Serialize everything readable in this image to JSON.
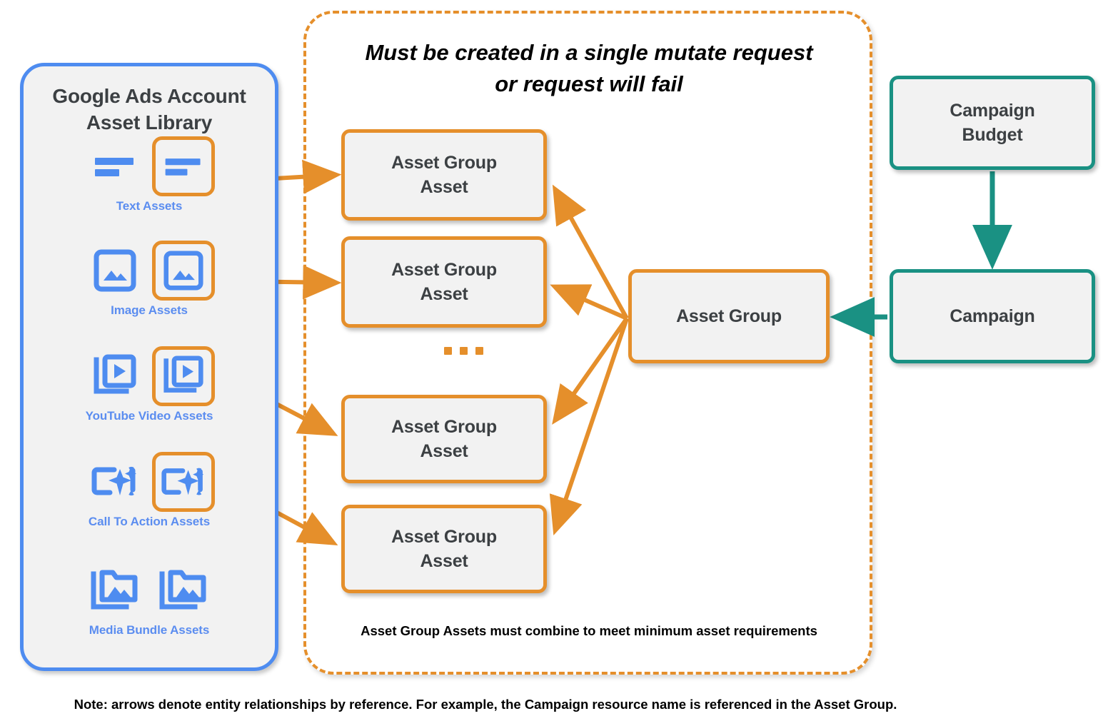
{
  "library": {
    "title": "Google Ads Account\nAsset Library",
    "title_line1": "Google Ads Account",
    "title_line2": "Asset Library",
    "items": [
      {
        "caption": "Text Assets",
        "icon": "text-asset-icon"
      },
      {
        "caption": "Image Assets",
        "icon": "image-asset-icon"
      },
      {
        "caption": "YouTube Video  Assets",
        "icon": "youtube-video-asset-icon"
      },
      {
        "caption": "Call To Action Assets",
        "icon": "call-to-action-asset-icon"
      },
      {
        "caption": "Media Bundle  Assets",
        "icon": "media-bundle-asset-icon"
      }
    ]
  },
  "mutate_zone": {
    "heading_line1": "Must be created in a single mutate request",
    "heading_line2": "or request will fail",
    "footnote": "Asset Group Assets must combine to meet minimum asset requirements",
    "asset_group_assets": [
      {
        "label_line1": "Asset Group",
        "label_line2": "Asset"
      },
      {
        "label_line1": "Asset Group",
        "label_line2": "Asset"
      },
      {
        "label_line1": "Asset Group",
        "label_line2": "Asset"
      },
      {
        "label_line1": "Asset Group",
        "label_line2": "Asset"
      }
    ],
    "ellipsis": "..."
  },
  "nodes": {
    "asset_group": "Asset Group",
    "campaign_budget_line1": "Campaign",
    "campaign_budget_line2": "Budget",
    "campaign": "Campaign"
  },
  "page_note": "Note: arrows denote entity relationships by reference. For example, the Campaign resource name is referenced in the Asset Group.",
  "colors": {
    "orange": "#e58f2b",
    "blue": "#4e8cf0",
    "icon_blue": "#4e8cf0",
    "caption_blue": "#5b8df0",
    "teal": "#1a9183",
    "node_fill": "#f2f2f2",
    "text_dark": "#3c4043",
    "page_bg": "#ffffff"
  }
}
